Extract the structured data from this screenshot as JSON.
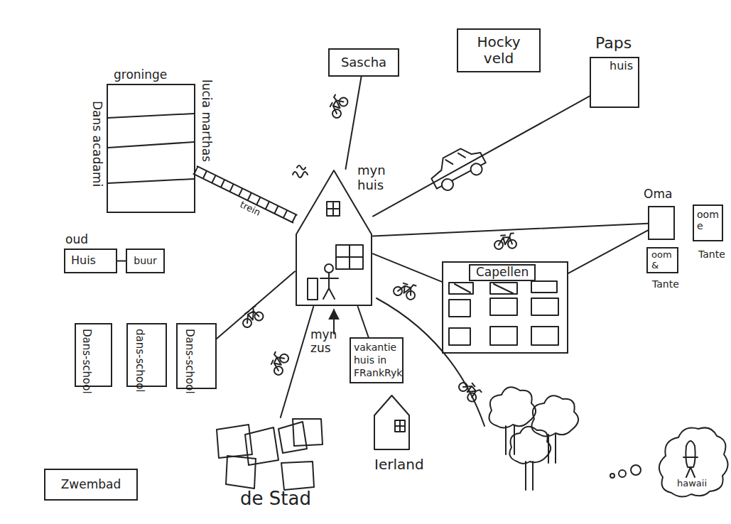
{
  "diagram": {
    "nodes": [
      {
        "text": [
          "Sascha"
        ]
      },
      {
        "text": [
          "Hocky veld"
        ]
      },
      {
        "text": [
          "Paps",
          "huis"
        ]
      },
      {
        "text": [
          "groninge",
          "lucia marthas",
          "Dans acadami"
        ]
      },
      {
        "text": [
          "myn huis"
        ]
      },
      {
        "text": [
          "Oma"
        ]
      },
      {
        "text": [
          "oom e",
          "Tante"
        ]
      },
      {
        "text": [
          "oud",
          "Huis"
        ]
      },
      {
        "text": [
          "buur"
        ]
      },
      {
        "text": [
          "oom &",
          "Tante"
        ]
      },
      {
        "text": [
          "Capellen"
        ]
      },
      {
        "text": [
          "Dans-school"
        ]
      },
      {
        "text": [
          "dans-school"
        ]
      },
      {
        "text": [
          "Dans-school"
        ]
      },
      {
        "text": [
          "vakantie huis in FRankRyk"
        ]
      },
      {
        "text": [
          "Ierland"
        ]
      },
      {
        "text": [
          "de Stad"
        ]
      },
      {
        "text": [
          "hawaii"
        ]
      },
      {
        "text": [
          "Zwembad"
        ]
      }
    ],
    "edges": [
      {
        "from": 4,
        "to": 0,
        "arrow": "none"
      },
      {
        "from": 4,
        "to": 3,
        "label": "trein",
        "arrow": "none"
      },
      {
        "from": 4,
        "to": 2,
        "arrow": "none"
      },
      {
        "from": 4,
        "to": 5,
        "arrow": "none"
      },
      {
        "from": 4,
        "to": 10,
        "arrow": "none"
      },
      {
        "from": 10,
        "to": 5,
        "arrow": "none"
      },
      {
        "from": 7,
        "to": 8,
        "arrow": "none"
      },
      {
        "from": 4,
        "to": 13,
        "arrow": "none"
      },
      {
        "from": 4,
        "to": 16,
        "arrow": "none"
      },
      {
        "from": 4,
        "to": 14,
        "arrow": "none"
      }
    ],
    "labels": [
      "myn zus"
    ]
  }
}
